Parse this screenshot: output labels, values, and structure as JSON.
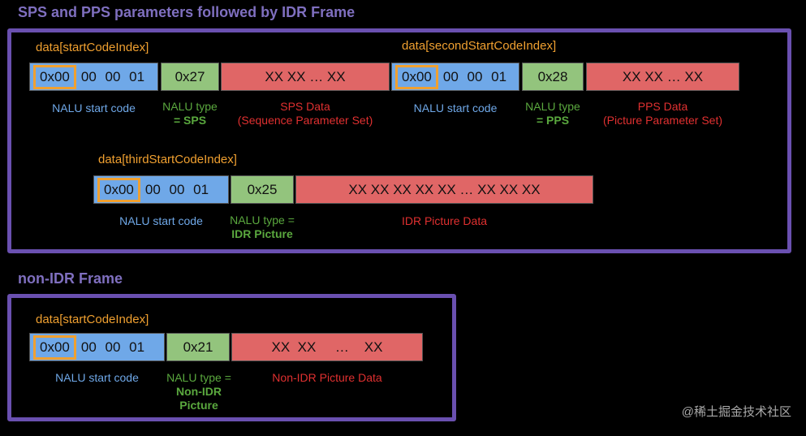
{
  "titles": {
    "idr_section": "SPS and PPS parameters followed by IDR Frame",
    "non_idr_section": "non-IDR Frame"
  },
  "captions": {
    "start": "data[startCodeIndex]",
    "second": "data[secondStartCodeIndex]",
    "third": "data[thirdStartCodeIndex]",
    "start_nonidr": "data[startCodeIndex]"
  },
  "cells": {
    "start_code_first": "0x00",
    "start_code_rest": "00  00  01",
    "sps_type": "0x27",
    "sps_data": "XX  XX  …  XX",
    "pps_type": "0x28",
    "pps_data": "XX  XX  … XX",
    "idr_type": "0x25",
    "idr_data": "XX  XX  XX  XX  XX  …  XX  XX  XX",
    "nonidr_type": "0x21",
    "nonidr_data": "XX  XX     …    XX"
  },
  "labels": {
    "nalu_start": "NALU start code",
    "sps_type_line1": "NALU type",
    "sps_type_line2": "= SPS",
    "sps_data_line1": "SPS Data",
    "sps_data_line2": "(Sequence Parameter Set)",
    "pps_type_line1": "NALU type",
    "pps_type_line2": "= PPS",
    "pps_data_line1": "PPS Data",
    "pps_data_line2": "(Picture Parameter Set)",
    "idr_type_line1": "NALU type =",
    "idr_type_line2": "IDR Picture",
    "idr_data": "IDR Picture Data",
    "nonidr_type_line1": "NALU type =",
    "nonidr_type_line2": "Non-IDR",
    "nonidr_type_line3": "Picture",
    "nonidr_data": "Non-IDR Picture Data"
  },
  "watermark": "@稀土掘金技术社区",
  "colors": {
    "frame": "#6a50b0",
    "title": "#7f6fbf",
    "start_code": "#6fa8e8",
    "nalu_type": "#93c47d",
    "payload": "#e06666",
    "highlight": "#f0a030"
  }
}
